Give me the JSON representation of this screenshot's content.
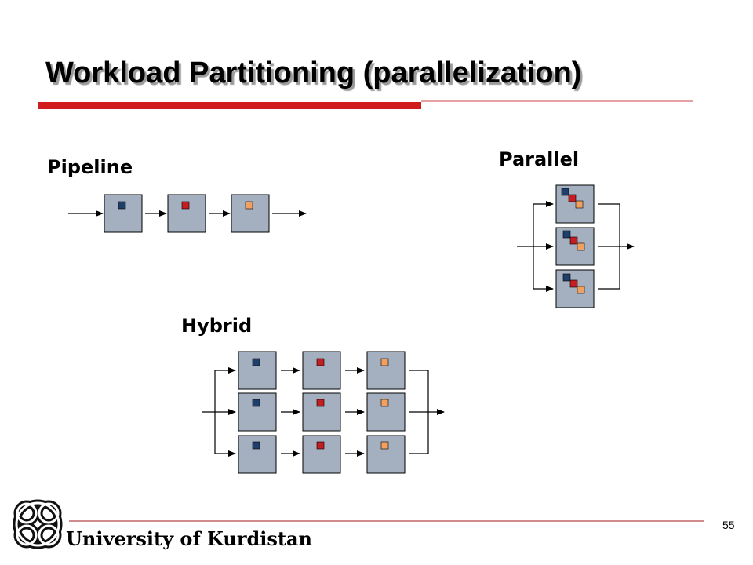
{
  "slide": {
    "title": "Workload Partitioning (parallelization)",
    "page_number": "55",
    "footer_text": "University of Kurdistan"
  },
  "diagrams": {
    "pipeline": {
      "label": "Pipeline"
    },
    "parallel": {
      "label": "Parallel"
    },
    "hybrid": {
      "label": "Hybrid"
    }
  },
  "colors": {
    "title_bar_red": "#d01c1c",
    "stage_box_fill": "#a4b0c0",
    "task_blue": "#1e3f6a",
    "task_red": "#c41d22",
    "task_orange": "#f0a060"
  },
  "icons": {
    "logo": "university-knot-logo-icon"
  }
}
